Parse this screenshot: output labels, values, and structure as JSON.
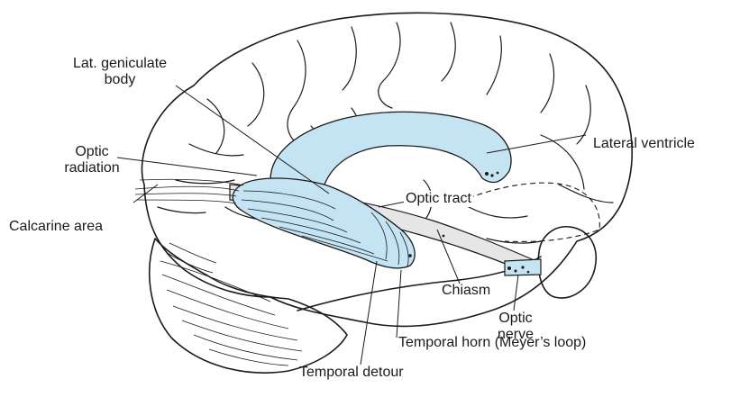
{
  "colors": {
    "ventricle_fill": "#c4e4f3",
    "tract_fill": "#e6e6e6",
    "line": "#1a1a1a",
    "background": "#ffffff"
  },
  "labels": {
    "lat_geniculate_line1": "Lat. geniculate",
    "lat_geniculate_line2": "body",
    "lateral_ventricle": "Lateral ventricle",
    "optic_radiation_line1": "Optic",
    "optic_radiation_line2": "radiation",
    "calcarine_area": "Calcarine area",
    "optic_tract": "Optic tract",
    "chiasm": "Chiasm",
    "optic_nerve_line1": "Optic",
    "optic_nerve_line2": "nerve",
    "temporal_horn": "Temporal horn (Meyer’s loop)",
    "temporal_detour": "Temporal detour"
  }
}
